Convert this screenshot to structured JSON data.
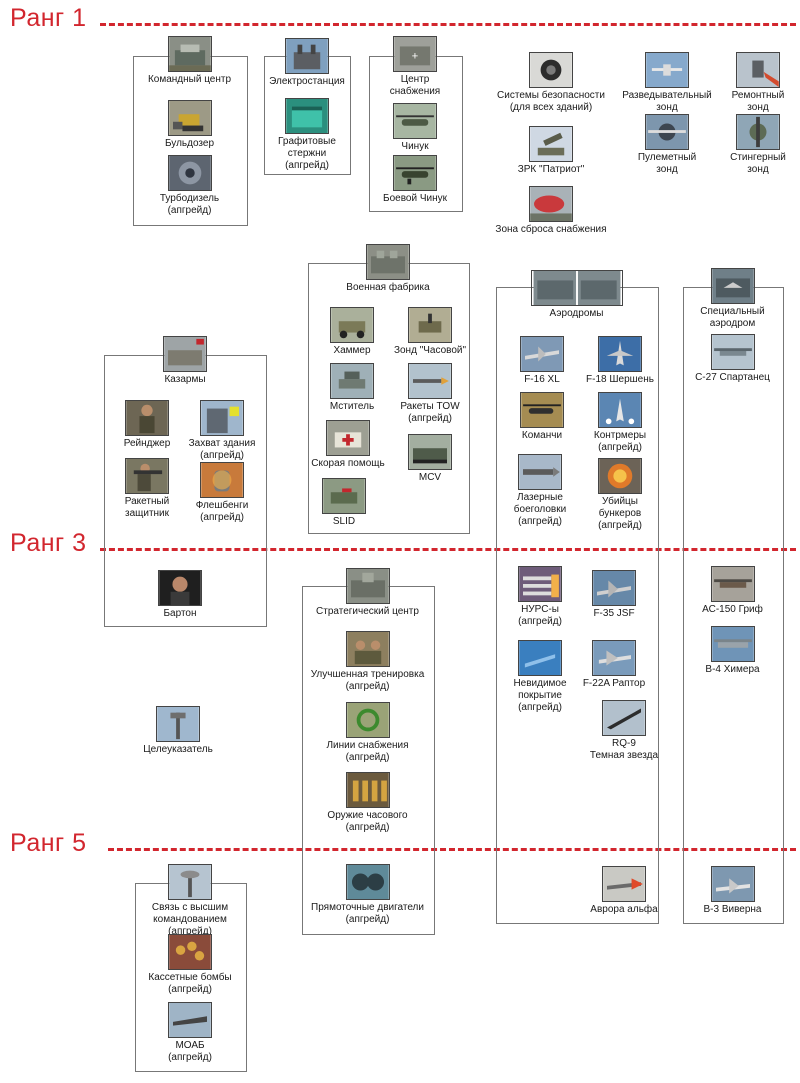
{
  "ranks": {
    "r1": "Ранг 1",
    "r3": "Ранг 3",
    "r5": "Ранг 5"
  },
  "items": {
    "command_center": "Командный центр",
    "bulldozer": "Бульдозер",
    "turbodiesel": "Турбодизель\n(апгрейд)",
    "power_plant": "Электростанция",
    "graphite_rods": "Графитовые\nстержни\n(апгрейд)",
    "supply_center": "Центр\nснабжения",
    "chinook": "Чинук",
    "combat_chinook": "Боевой Чинук",
    "security_systems": "Системы безопасности\n(для всех зданий)",
    "patriot": "ЗРК \"Патриот\"",
    "supply_drop_zone": "Зона сброса снабжения",
    "scout_drone": "Разведывательный\nзонд",
    "repair_drone": "Ремонтный\nзонд",
    "gun_drone": "Пулеметный\nзонд",
    "stinger_drone": "Стингерный\nзонд",
    "war_factory": "Военная фабрика",
    "humvee": "Хаммер",
    "sentry_drone": "Зонд \"Часовой\"",
    "avenger": "Мститель",
    "tow_missiles": "Ракеты TOW\n(апгрейд)",
    "ambulance": "Скорая помощь",
    "mcv": "MCV",
    "slid": "SLID",
    "barracks": "Казармы",
    "ranger": "Рейнджер",
    "capture_building": "Захват здания\n(апгрейд)",
    "missile_defender": "Ракетный\nзащитник",
    "flashbang": "Флешбенги\n(апгрейд)",
    "burton": "Бартон",
    "airfields": "Аэродромы",
    "f16": "F-16 XL",
    "f18": "F-18 Шершень",
    "comanche": "Команчи",
    "countermeasures": "Контрмеры\n(апгрейд)",
    "laser_warheads": "Лазерные\nбоеголовки\n(апгрейд)",
    "bunker_busters": "Убийцы\nбункеров\n(апгрейд)",
    "special_airfield": "Специальный\nаэродром",
    "c27": "С-27 Спартанец",
    "strategy_center": "Стратегический центр",
    "advanced_training": "Улучшенная тренировка\n(апгрейд)",
    "supply_lines": "Линии снабжения\n(апгрейд)",
    "sentry_weapon": "Оружие часового\n(апгрейд)",
    "ramjet": "Прямоточные двигатели\n(апгрейд)",
    "spotter": "Целеуказатель",
    "rockets": "НУРС-ы\n(апгрейд)",
    "f35": "F-35 JSF",
    "stealth_coating": "Невидимое\nпокрытие\n(апгрейд)",
    "f22": "F-22A Раптор",
    "rq9": "RQ-9\nТемная звезда",
    "ac150": "АС-150 Гриф",
    "b4": "В-4 Химера",
    "aurora": "Аврора альфа",
    "b3": "В-3 Виверна",
    "hq_link": "Связь с высшим\nкомандованием\n(апгрейд)",
    "cluster_bombs": "Кассетные бомбы\n(апгрейд)",
    "moab": "МОАБ\n(апгрейд)"
  },
  "colors": {
    "rank": "#d2262e",
    "box_border": "#777777"
  }
}
